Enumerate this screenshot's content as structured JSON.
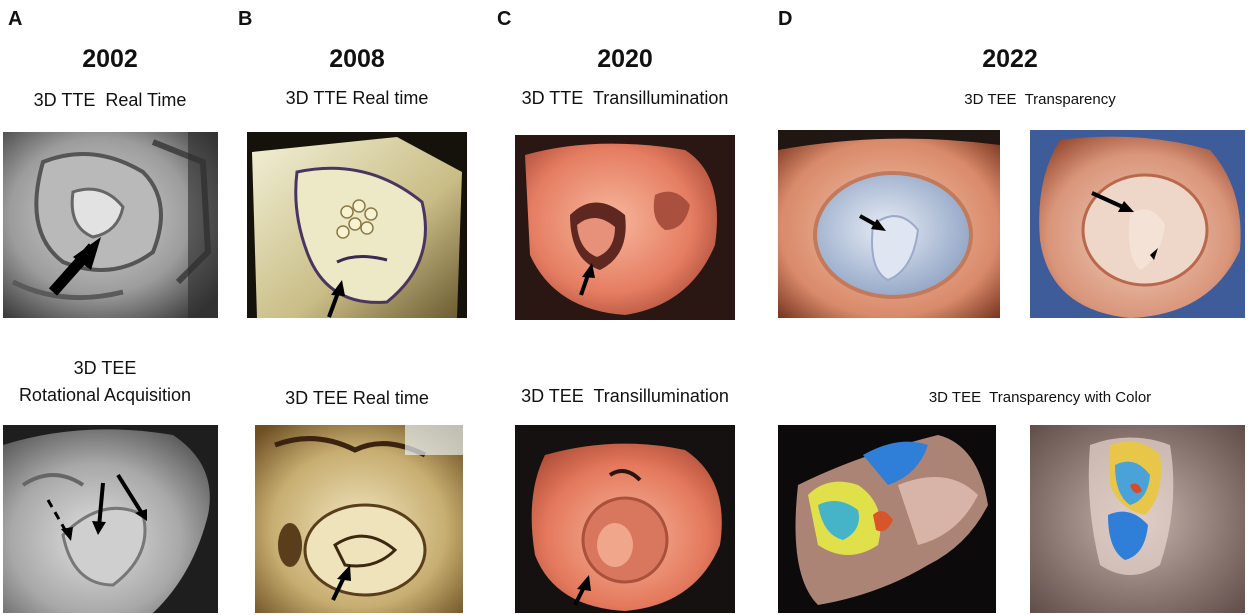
{
  "panels": [
    {
      "letter": "A",
      "year": "2002",
      "top_caption": "3D TTE  Real Time",
      "bottom_caption_line1": "3D TEE",
      "bottom_caption_line2": "Rotational Acquisition"
    },
    {
      "letter": "B",
      "year": "2008",
      "top_caption": "3D TTE Real time",
      "bottom_caption": "3D TEE Real time"
    },
    {
      "letter": "C",
      "year": "2020",
      "top_caption": "3D TTE  Transillumination",
      "bottom_caption": "3D TEE  Transillumination"
    },
    {
      "letter": "D",
      "year": "2022",
      "top_caption": "3D TEE  Transparency",
      "bottom_caption": "3D TEE  Transparency with Color"
    }
  ],
  "colors": {
    "background": "#ffffff",
    "grayscale_render": "#9a9a9a",
    "sepia_render": "#d9c79a",
    "transillumination_render": "#e8826a",
    "transparency_render": "#b8c4d8",
    "color_flow_yellow": "#e8e04a",
    "color_flow_blue": "#2f7fd8",
    "arrow": "#000000"
  }
}
